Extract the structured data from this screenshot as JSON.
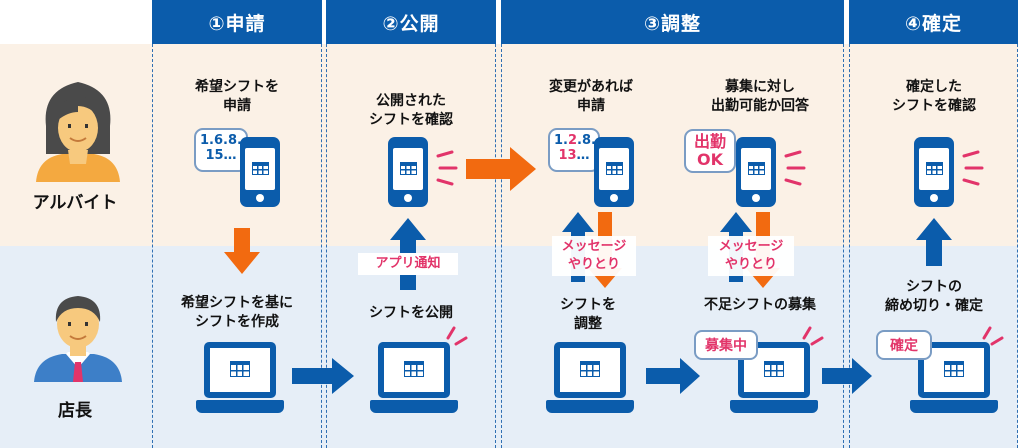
{
  "colors": {
    "primary": "#0b5cab",
    "accent_orange": "#f26a10",
    "pink": "#e2346a",
    "top_band": "#fbf1e6",
    "bottom_band": "#e6eef7"
  },
  "roles": {
    "part_timer": "アルバイト",
    "manager": "店長"
  },
  "steps": [
    {
      "label": "①申請"
    },
    {
      "label": "②公開"
    },
    {
      "label": "③調整"
    },
    {
      "label": "④確定"
    }
  ],
  "step1": {
    "staff_text_1": "希望シフトを",
    "staff_text_2": "申請",
    "bubble_line_1": "1.6.8.",
    "bubble_line_2": "15…",
    "manager_text_1": "希望シフトを基に",
    "manager_text_2": "シフトを作成"
  },
  "step2": {
    "staff_text_1": "公開された",
    "staff_text_2": "シフトを確認",
    "notify_label": "アプリ通知",
    "manager_text": "シフトを公開"
  },
  "step3": {
    "staff_a_text_1": "変更があれば",
    "staff_a_text_2": "申請",
    "bubble_a_prefix": "1.",
    "bubble_a_highlight": "2",
    "bubble_a_suffix": ".8.",
    "bubble_a_line_2_highlight": "13",
    "bubble_a_line_2_suffix": "…",
    "staff_b_text_1": "募集に対し",
    "staff_b_text_2": "出勤可能か回答",
    "bubble_b_line_1": "出勤",
    "bubble_b_line_2": "OK",
    "message_label_1": "メッセージ",
    "message_label_2": "やりとり",
    "manager_a_text_1": "シフトを",
    "manager_a_text_2": "調整",
    "manager_b_text": "不足シフトの募集",
    "recruiting_badge": "募集中"
  },
  "step4": {
    "staff_text_1": "確定した",
    "staff_text_2": "シフトを確認",
    "manager_text_1": "シフトの",
    "manager_text_2": "締め切り・確定",
    "confirmed_badge": "確定"
  }
}
